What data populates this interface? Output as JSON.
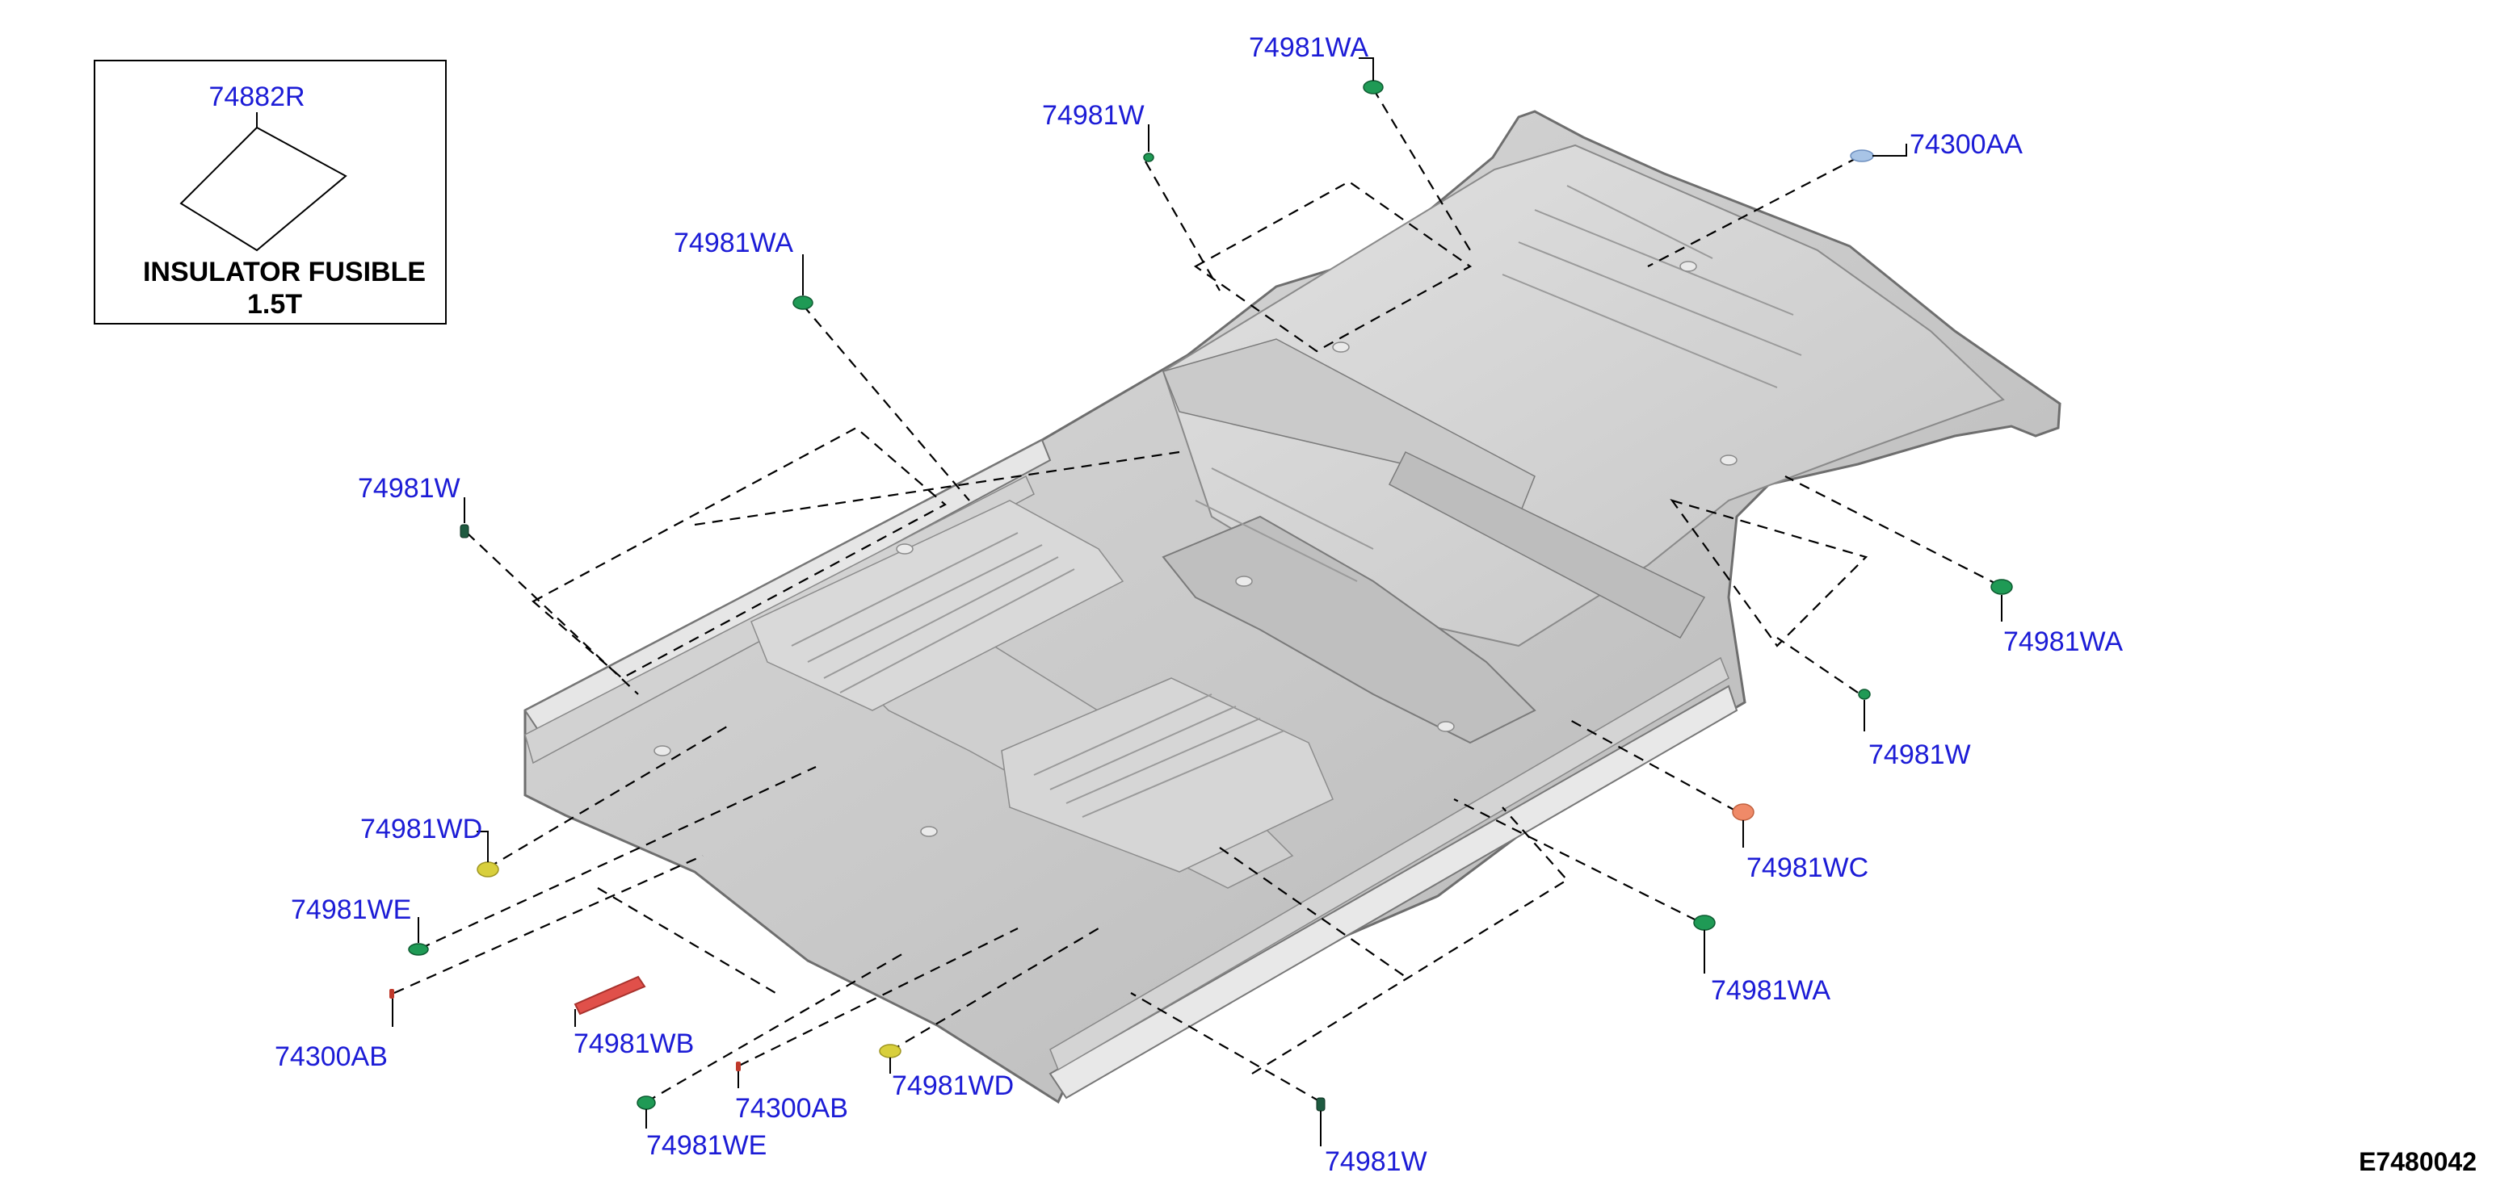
{
  "legend": {
    "part_number": "74882R",
    "name": "INSULATOR FUSIBLE",
    "thickness": "1.5T"
  },
  "diagram_code": "E7480042",
  "callouts": [
    {
      "id": "c1",
      "text": "74981WA",
      "color": "#1f9a55"
    },
    {
      "id": "c2",
      "text": "74981W",
      "color": "#1f9a55"
    },
    {
      "id": "c3",
      "text": "74300AA",
      "color": "#a8c4e6"
    },
    {
      "id": "c4",
      "text": "74981WA",
      "color": "#1f9a55"
    },
    {
      "id": "c5",
      "text": "74981W",
      "color": "#1e5a40"
    },
    {
      "id": "c6",
      "text": "74981WA",
      "color": "#1f9a55"
    },
    {
      "id": "c7",
      "text": "74981W",
      "color": "#1f9a55"
    },
    {
      "id": "c8",
      "text": "74981WC",
      "color": "#ef8a68"
    },
    {
      "id": "c9",
      "text": "74981WA",
      "color": "#1f9a55"
    },
    {
      "id": "c10",
      "text": "74981WD",
      "color": "#d8cf3c"
    },
    {
      "id": "c11",
      "text": "74981WE",
      "color": "#1f9a55"
    },
    {
      "id": "c12",
      "text": "74300AB",
      "color": "#c0392b"
    },
    {
      "id": "c13",
      "text": "74981WB",
      "color": "#e0504a"
    },
    {
      "id": "c14",
      "text": "74300AB",
      "color": "#c0392b"
    },
    {
      "id": "c15",
      "text": "74981WD",
      "color": "#d8cf3c"
    },
    {
      "id": "c16",
      "text": "74981WE",
      "color": "#1f9a55"
    },
    {
      "id": "c17",
      "text": "74981W",
      "color": "#1e5a40"
    }
  ]
}
